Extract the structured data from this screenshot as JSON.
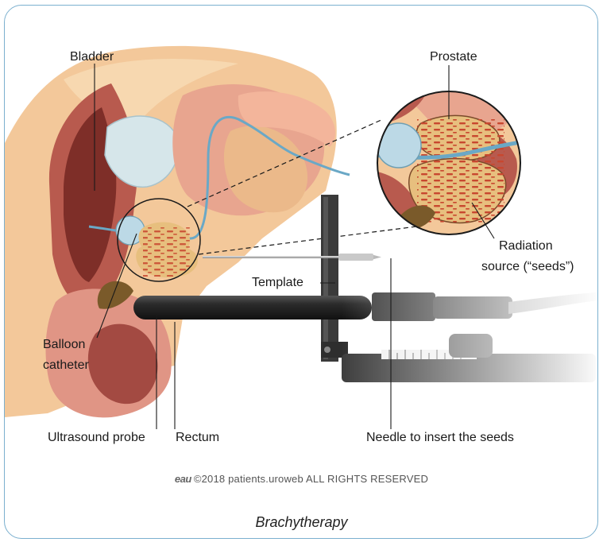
{
  "labels": {
    "bladder": "Bladder",
    "prostate": "Prostate",
    "radiation_line1": "Radiation",
    "radiation_line2": "source (“seeds”)",
    "template": "Template",
    "balloon_line1": "Balloon",
    "balloon_line2": "catheter",
    "ultrasound_probe": "Ultrasound probe",
    "rectum": "Rectum",
    "needle": "Needle to insert the seeds"
  },
  "copyright": {
    "logo_text": "eau",
    "text": "©2018 patients.uroweb ALL RIGHTS RESERVED"
  },
  "caption": "Brachytherapy",
  "colors": {
    "border": "#7bb0cf",
    "skin": "#f3c89a",
    "tissue": "#e8a58f",
    "muscle": "#b85a4e",
    "prostate": "#e7bf7e",
    "seeds": "#c0392b",
    "balloon": "#bcd9e6",
    "probe": "#2b2b2b"
  },
  "icons": [
    "magnifier-circle",
    "seed-marks",
    "ultrasound-probe",
    "needle",
    "template-frame"
  ]
}
